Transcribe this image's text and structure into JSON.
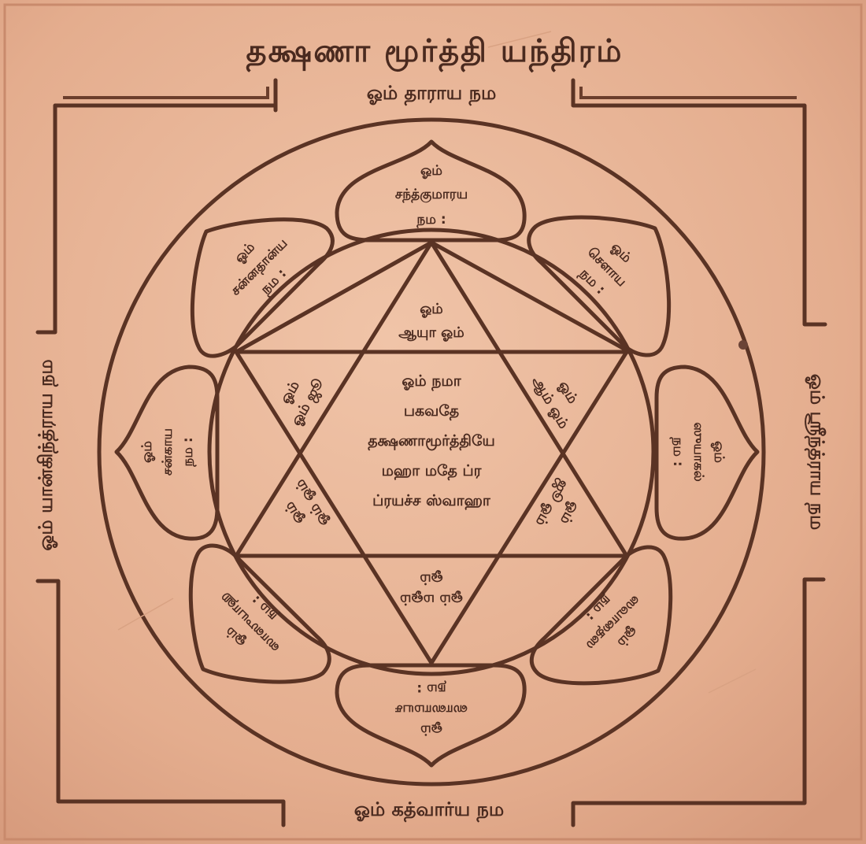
{
  "title": "தக்ஷணா மூர்த்தி யந்திரம்",
  "sides": {
    "top": "ஓம் தாராய நம",
    "bottom": "ஓம் கத்வார்ய நம",
    "left": "ஓம் யான்கிந்த்ராய நம",
    "right": "ஓம் ஸ்ரீந்த்ராய நம"
  },
  "petals": {
    "top": [
      "ஓம்",
      "சந்த்குமாரய",
      "நம :"
    ],
    "top_left": [
      "ஓம்",
      "சன்னதான்ய",
      "நம :"
    ],
    "top_right": [
      "ஓம்",
      "சௌாய",
      "நம :"
    ],
    "left": [
      "ஓம்",
      "சன்காய",
      "நம :"
    ],
    "right": [
      "ஓம்",
      "ஸுயாகல்",
      "நம :"
    ],
    "bottom_left": [
      "ஓம்",
      "ஸாஸுயாஹ",
      "நம :"
    ],
    "bottom_right": [
      "ஓம்",
      "ஸவாதைஸ",
      "நம :"
    ],
    "bottom": [
      "ஓம்",
      "ஸாஸாமயச",
      "நம :"
    ]
  },
  "triangles": {
    "top": [
      "ஓம்",
      "ஆயுா ஓம்"
    ],
    "upper_left": [
      "ஓம்",
      "ஓம் ஜூ"
    ],
    "upper_right": [
      "ஓம்",
      "ஆம் ஓம்"
    ],
    "lower_left": [
      "ஓம்",
      "ஓம் ஓம்"
    ],
    "lower_right": [
      "ஓம்",
      "ஜூ ஓம்"
    ],
    "bottom": [
      "ஓம் மஓம்",
      "ஓம்"
    ]
  },
  "center_lines": [
    "ஓம் நமா",
    "பகவதே",
    "தக்ஷணாமூர்த்தியே",
    "மஹா மதே ப்ர",
    "ப்ரயச்ச ஸ்வாஹா"
  ],
  "colors": {
    "plate": "#e8b497",
    "engraving": "#5a3324"
  }
}
